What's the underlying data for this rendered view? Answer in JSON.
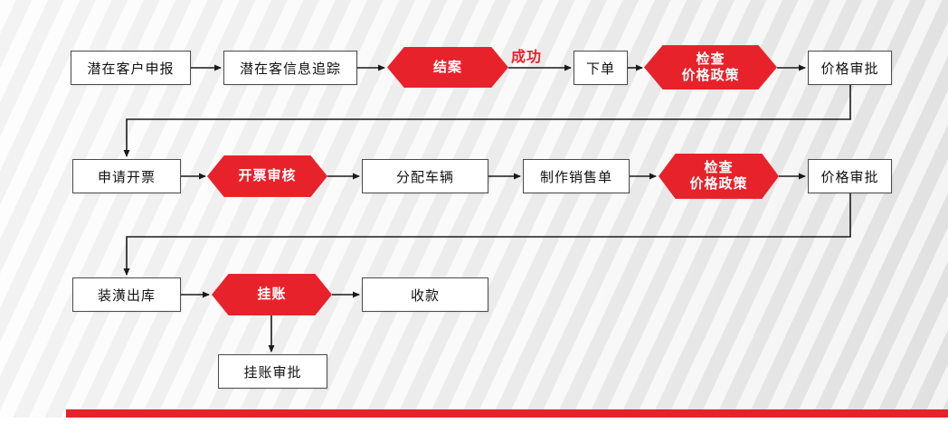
{
  "colors": {
    "hex_red": "#e8222a",
    "box_bg": "#ffffff",
    "box_border": "#4a4a4a",
    "arrow": "#1a1a1a",
    "footer_bar": "#e8222a",
    "success_text": "#e8222a"
  },
  "nodes": {
    "r1_potential_customer_report": "潜在客户申报",
    "r1_potential_customer_tracking": "潜在客信息追踪",
    "r1_close_case": "结案",
    "r1_place_order": "下单",
    "r1_check_price_policy": "检查\n价格政策",
    "r1_price_approval": "价格审批",
    "r2_apply_invoice": "申请开票",
    "r2_invoice_review": "开票审核",
    "r2_assign_vehicle": "分配车辆",
    "r2_make_sales_order": "制作销售单",
    "r2_check_price_policy": "检查\n价格政策",
    "r2_price_approval": "价格审批",
    "r3_decoration_outbound": "装潢出库",
    "r3_pending_account": "挂账",
    "r3_receive_payment": "收款",
    "r4_pending_account_approval": "挂账审批"
  },
  "annotations": {
    "success": "成功"
  }
}
